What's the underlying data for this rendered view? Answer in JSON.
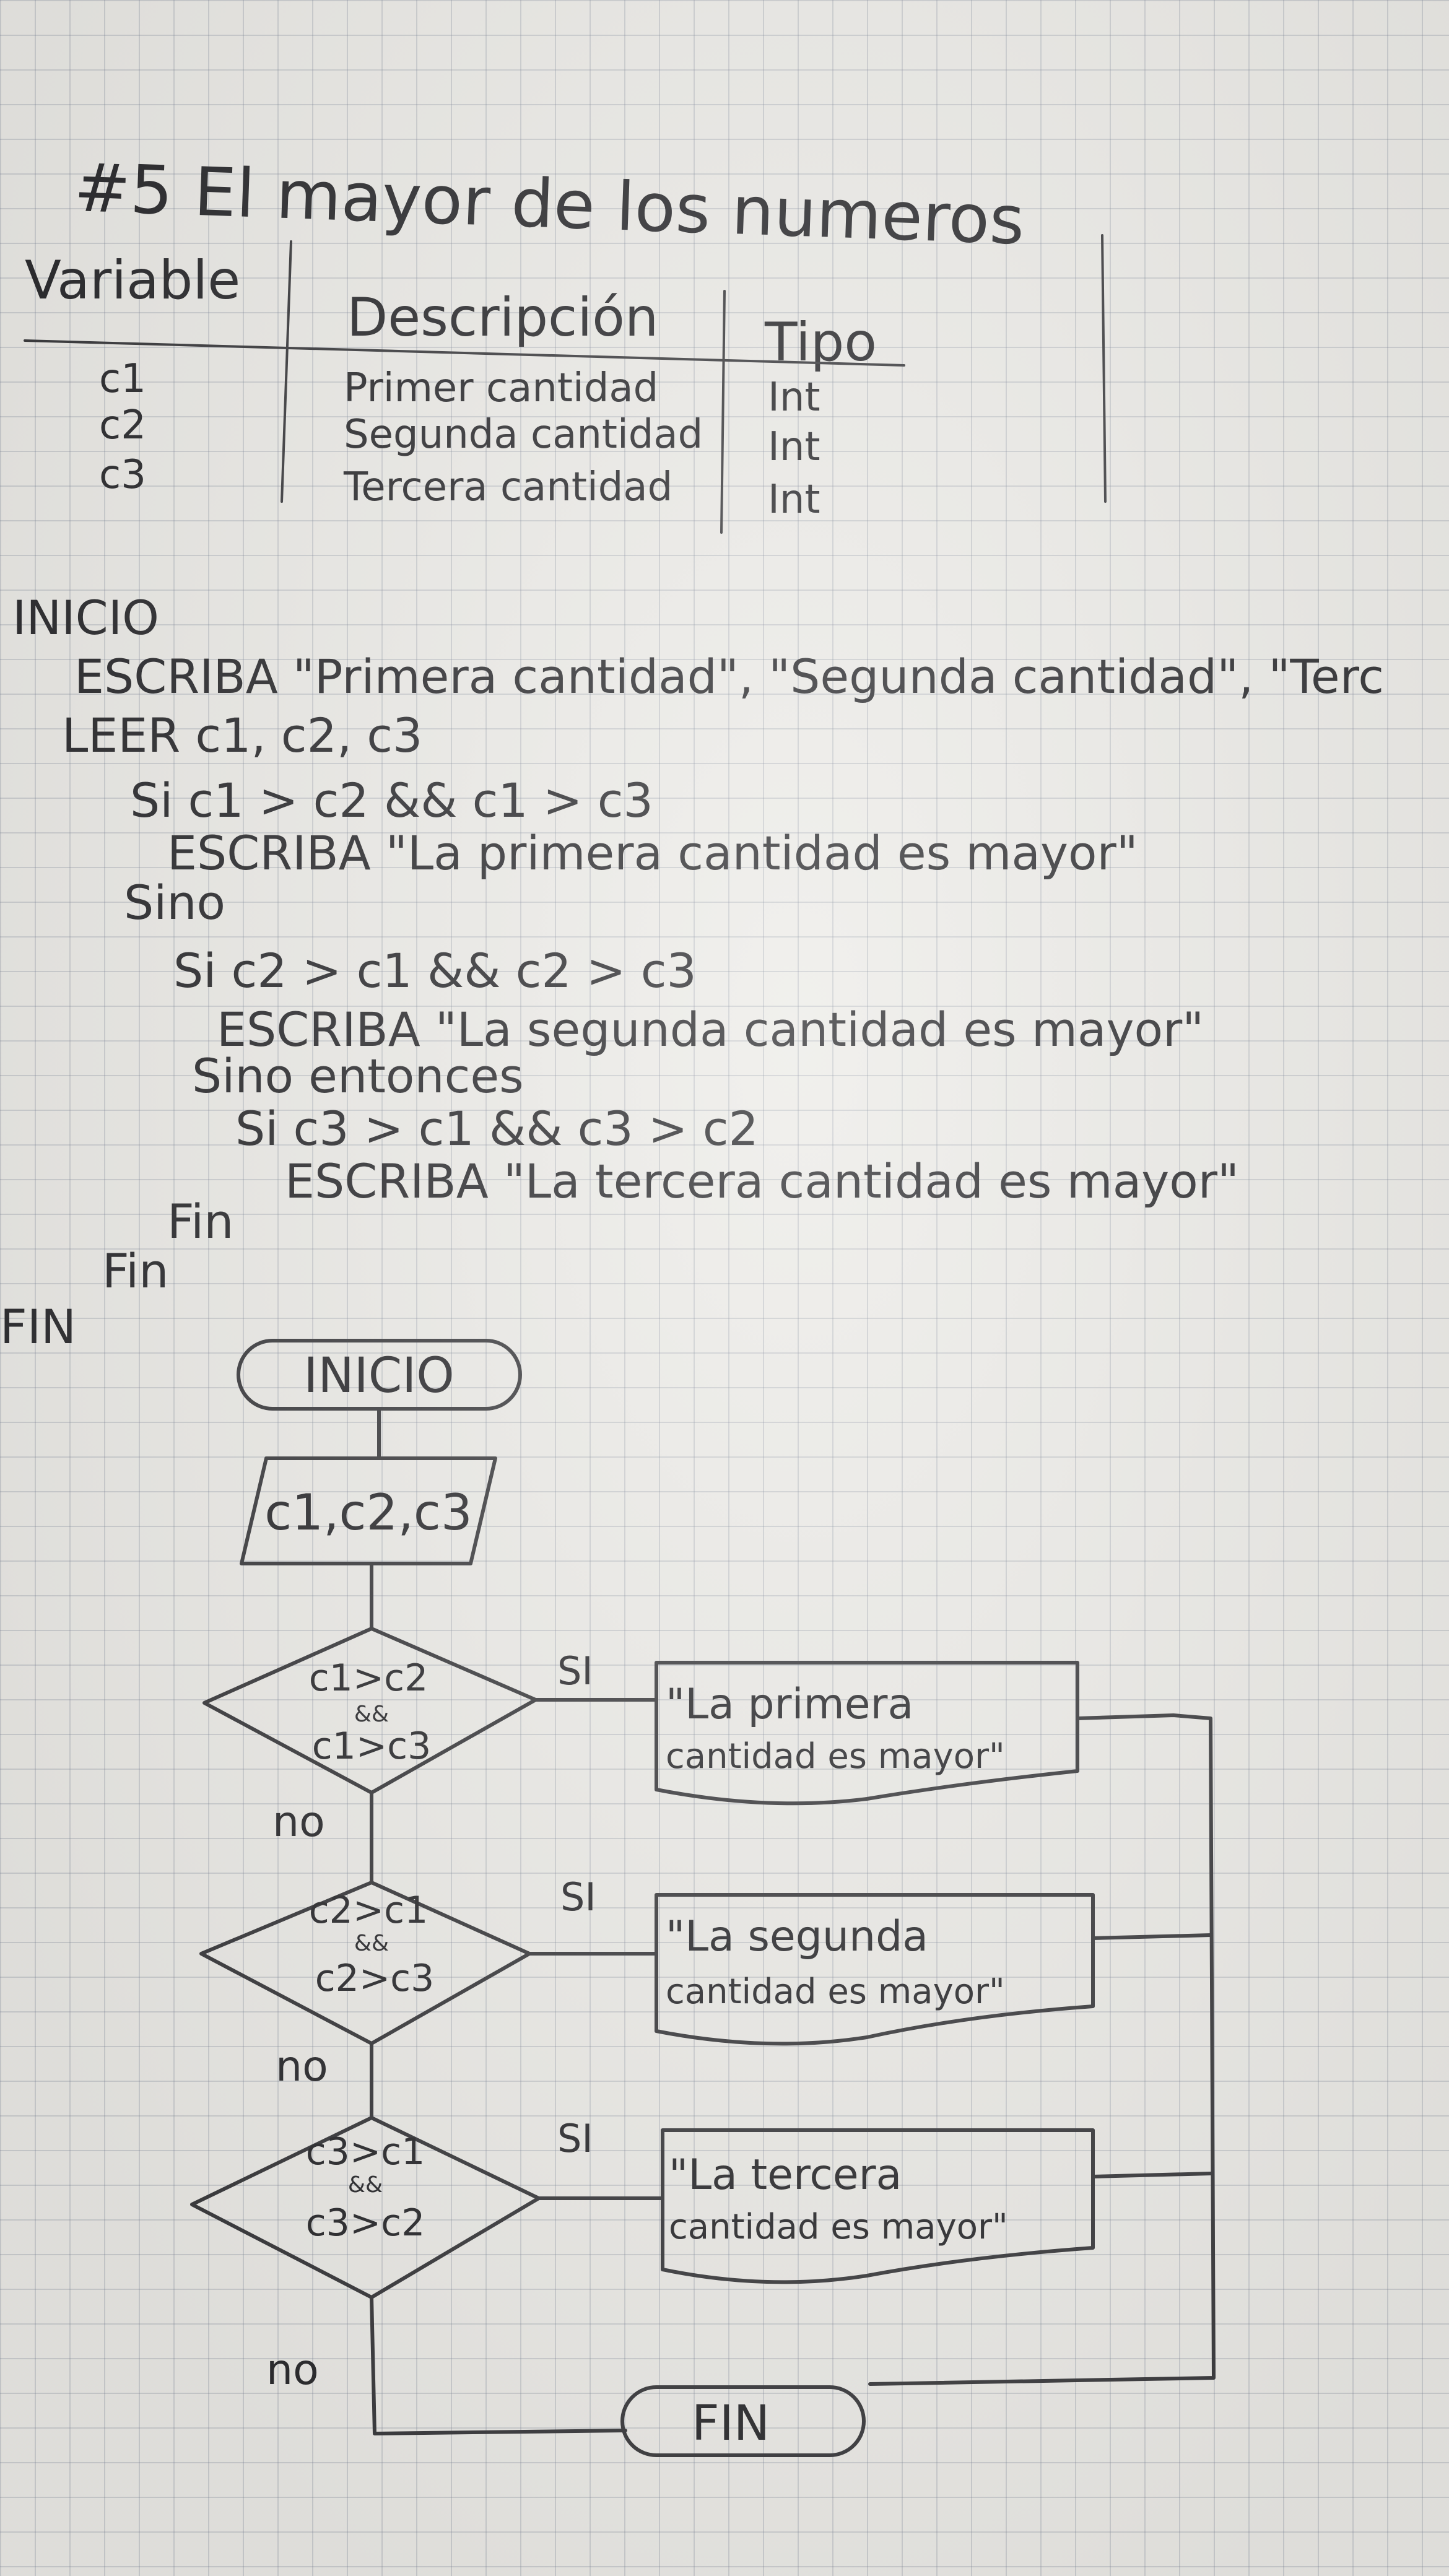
{
  "heading": "#5 El mayor de los numeros",
  "table": {
    "headers": [
      "Variable",
      "Descripción",
      "Tipo"
    ],
    "rows": [
      [
        "c1",
        "Primer cantidad",
        "Int"
      ],
      [
        "c2",
        "Segunda cantidad",
        "Int"
      ],
      [
        "c3",
        "Tercera cantidad",
        "Int"
      ]
    ]
  },
  "pseudocode": [
    "INICIO",
    "ESCRIBA \"Primera cantidad\", \"Segunda cantidad\", \"Terc",
    "LEER c1, c2, c3",
    "Si c1 > c2 && c1 > c3",
    "ESCRIBA \"La primera cantidad es mayor\"",
    "Sino",
    "Si c2 > c1 && c2 > c3",
    "ESCRIBA \"La segunda cantidad es mayor\"",
    "Sino entonces",
    "Si c3 > c1 && c3 > c2",
    "ESCRIBA \"La tercera cantidad es mayor\"",
    "Fin",
    "Fin",
    "FIN"
  ],
  "flowchart": {
    "start": "INICIO",
    "input": "c1,c2,c3",
    "decisions": [
      {
        "line1": "c1>c2",
        "line2": "&&",
        "line3": "c1>c3",
        "yes": "SI",
        "no": "no",
        "out1": "\"La primera",
        "out2": "cantidad es mayor\""
      },
      {
        "line1": "c2>c1",
        "line2": "&&",
        "line3": "c2>c3",
        "yes": "SI",
        "no": "no",
        "out1": "\"La segunda",
        "out2": "cantidad es mayor\""
      },
      {
        "line1": "c3>c1",
        "line2": "&&",
        "line3": "c3>c2",
        "yes": "SI",
        "no": "no",
        "out1": "\"La tercera",
        "out2": "cantidad es mayor\""
      }
    ],
    "end": "FIN"
  }
}
